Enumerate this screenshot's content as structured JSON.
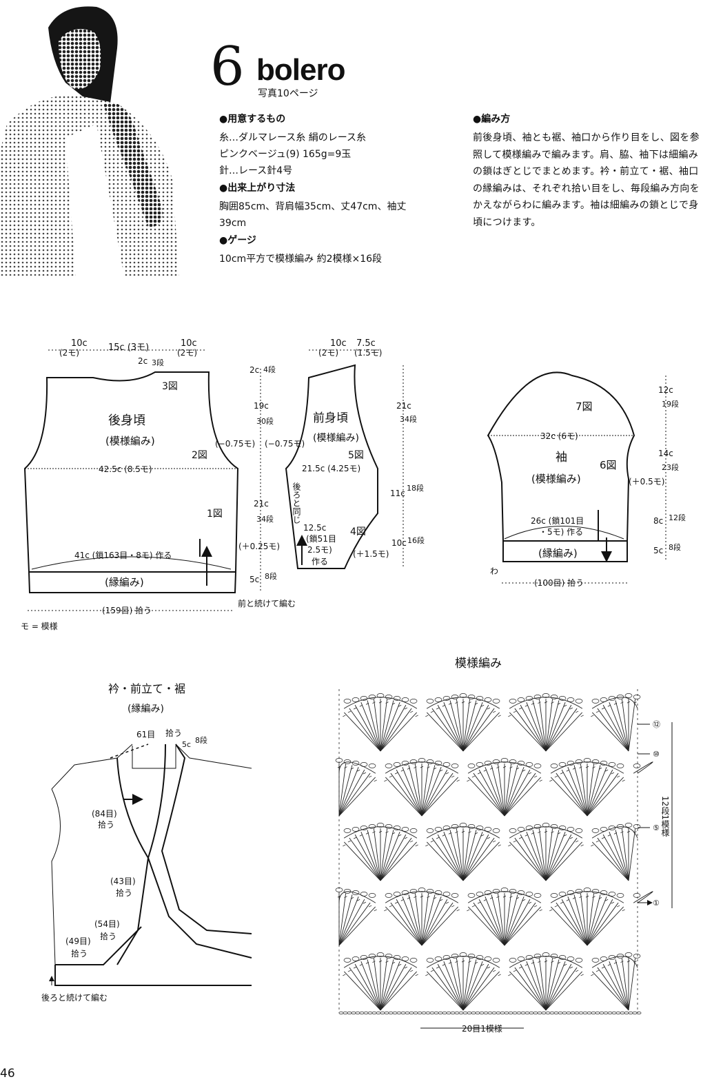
{
  "header": {
    "number": "6",
    "title": "bolero",
    "photo_ref": "写真10ページ"
  },
  "materials": {
    "heading": "●用意するもの",
    "lines": [
      "糸…ダルマレース糸 絹のレース糸",
      "ピンクベージュ(9) 165g=9玉",
      "針…レース針4号"
    ]
  },
  "size": {
    "heading": "●出来上がり寸法",
    "lines": [
      "胸囲85cm、背肩幅35cm、丈47cm、袖丈",
      "39cm"
    ]
  },
  "gauge": {
    "heading": "●ゲージ",
    "lines": [
      "10cm平方で模様編み 約2模様×16段"
    ]
  },
  "method": {
    "heading": "●編み方",
    "text": "前後身頃、袖とも裾、袖口から作り目をし、図を参照して模様編みで編みます。肩、脇、袖下は細編みの鎖はぎとじでまとめます。衿・前立て・裾、袖口の縁編みは、それぞれ拾い目をし、毎段編み方向をかえながらわに編みます。袖は細編みの鎖とじで身頃につけます。"
  },
  "back_body": {
    "title": "後身頃",
    "subtitle": "(模様編み)",
    "top_left": "10c",
    "top_left_sub": "(2モ)",
    "top_mid": "15c (3モ)",
    "top_right": "10c",
    "top_right_sub": "(2モ)",
    "neck": "2c",
    "neck_rows": "3段",
    "fig3": "3図",
    "fig2": "2図",
    "fig1": "1図",
    "width": "42.5c (8.5モ)",
    "chain": "41c (鎖163目・8モ) 作る",
    "border": "(縁編み)",
    "pickup": "(159目) 拾う",
    "decrease": "(−0.75モ)",
    "increase": "(＋0.25モ)",
    "continue": "前と続けて編む",
    "legend": "モ = 模様"
  },
  "body_dims": {
    "top": "2c",
    "top_rows": "4段",
    "armhole": "19c",
    "armhole_rows": "30段",
    "side": "21c",
    "side_rows": "34段",
    "border": "5c",
    "border_rows": "8段"
  },
  "front_body": {
    "title": "前身頃",
    "subtitle": "(模様編み)",
    "top_left": "10c",
    "top_left_sub": "(2モ)",
    "top_right": "7.5c",
    "top_right_sub": "(1.5モ)",
    "decrease": "(−0.75モ)",
    "fig5": "5図",
    "fig4": "4図",
    "width": "21.5c (4.25モ)",
    "same": "後ろと同じ",
    "chain_w": "12.5c",
    "chain": "(鎖51目",
    "chain2": "2.5モ)",
    "make": "作る",
    "increase": "(＋1.5モ)",
    "dim_total": "21c",
    "dim_total_rows": "34段",
    "dim_mid": "11c",
    "dim_mid_rows": "18段",
    "dim_low": "10c",
    "dim_low_rows": "16段"
  },
  "sleeve": {
    "title": "袖",
    "subtitle": "(模様編み)",
    "fig7": "7図",
    "fig6": "6図",
    "width": "32c (6モ)",
    "chain_w": "26c (鎖101目",
    "chain2": "・5モ) 作る",
    "border": "(縁編み)",
    "pickup": "(100目) 拾う",
    "wa": "わ",
    "increase": "(＋0.5モ)",
    "dim1": "12c",
    "dim1_rows": "19段",
    "dim2": "14c",
    "dim2_rows": "23段",
    "dim3": "8c",
    "dim3_rows": "12段",
    "dim4": "5c",
    "dim4_rows": "8段"
  },
  "collar": {
    "title": "衿・前立て・裾",
    "subtitle": "(縁編み)",
    "top": "61目",
    "top_suffix": "拾う",
    "height": "5c",
    "height_rows": "8段",
    "p84": "(84目)",
    "p43": "(43目)",
    "p54": "(54目)",
    "p49": "(49目)",
    "pickup": "拾う",
    "continue": "後ろと続けて編む"
  },
  "pattern": {
    "title": "模様編み",
    "repeat": "20目1模様",
    "rows_label": "12段1模様",
    "row_marks": [
      "⑫",
      "⑩",
      "⑤",
      "①"
    ]
  },
  "page_number": "46"
}
